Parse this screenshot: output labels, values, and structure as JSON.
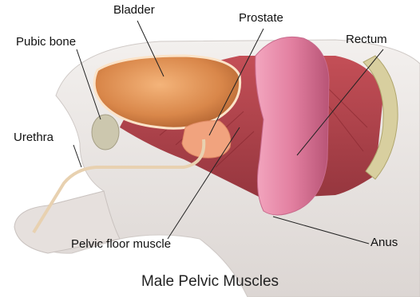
{
  "labels": {
    "bladder": "Bladder",
    "prostate": "Prostate",
    "pubic_bone": "Pubic bone",
    "rectum": "Rectum",
    "urethra": "Urethra",
    "pelvic_floor_muscle": "Pelvic floor muscle",
    "anus": "Anus"
  },
  "caption": "Male Pelvic Muscles",
  "colors": {
    "skin": "#e9e4e2",
    "muscle": "#b8323a",
    "bladder": "#e0924e",
    "prostate": "#f1a37e",
    "rectum": "#e27fa0",
    "bone": "#ccc7ae"
  }
}
